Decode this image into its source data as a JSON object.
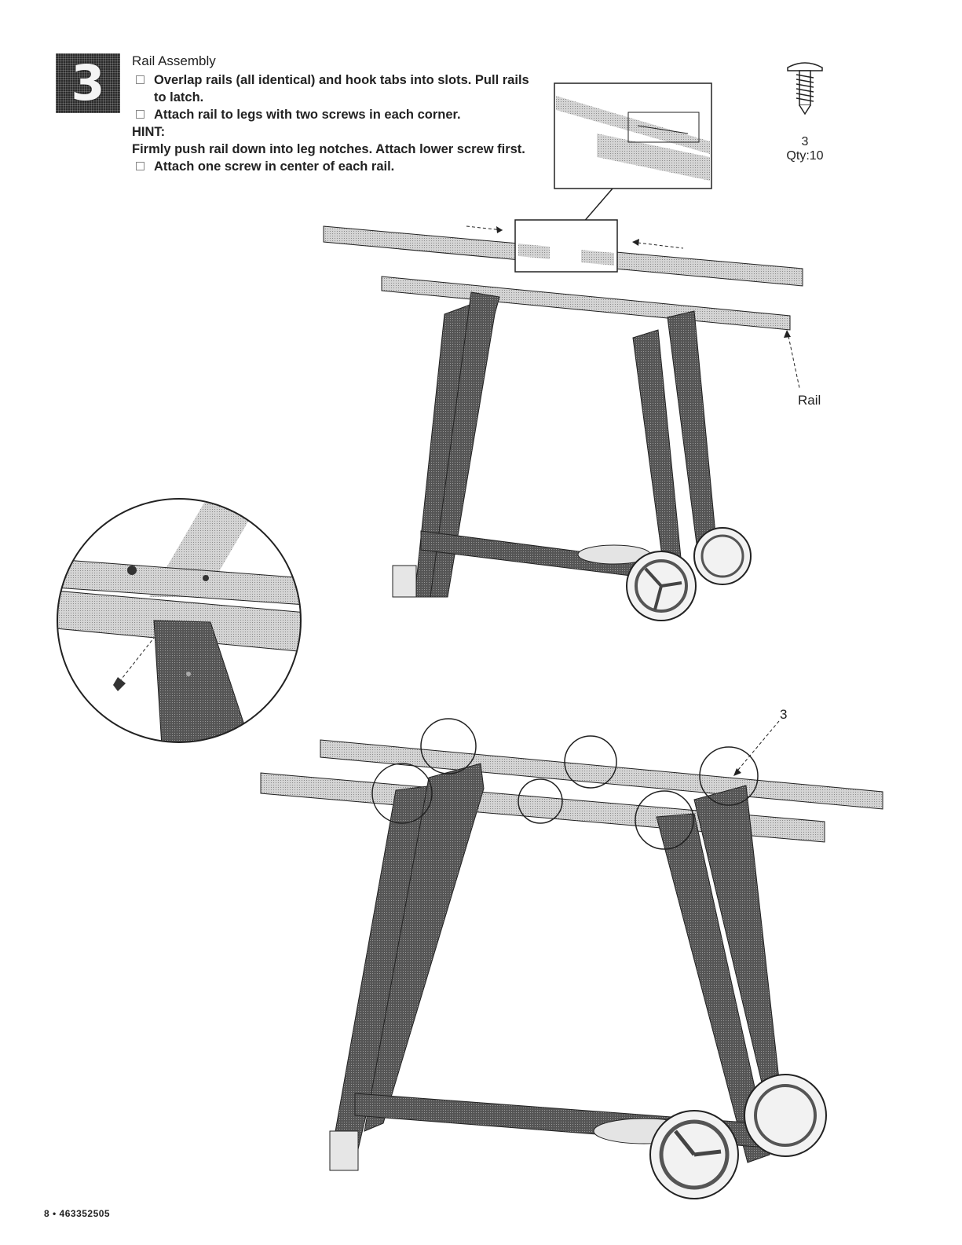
{
  "step": {
    "number": "3"
  },
  "instructions": {
    "heading": "Rail Assembly",
    "bullet1": "Overlap  rails (all identical) and hook tabs into slots. Pull rails to latch.",
    "bullet2": "Attach rail to legs with two screws in each corner.",
    "hint_label": "HINT:",
    "hint_text": "Firmly push rail down into leg notches. Attach lower screw first.",
    "bullet3": "Attach one screw in center of each rail."
  },
  "part": {
    "number": "3",
    "qty": "Qty:10",
    "icon": "screw-icon"
  },
  "labels": {
    "rail": "Rail",
    "callout": "3"
  },
  "footer": {
    "page": "8 • 463352505"
  },
  "colors": {
    "metal_dark": "#5a5a5a",
    "metal_light": "#c9c9c9",
    "rail": "#d6d6d6",
    "outline": "#222222"
  }
}
